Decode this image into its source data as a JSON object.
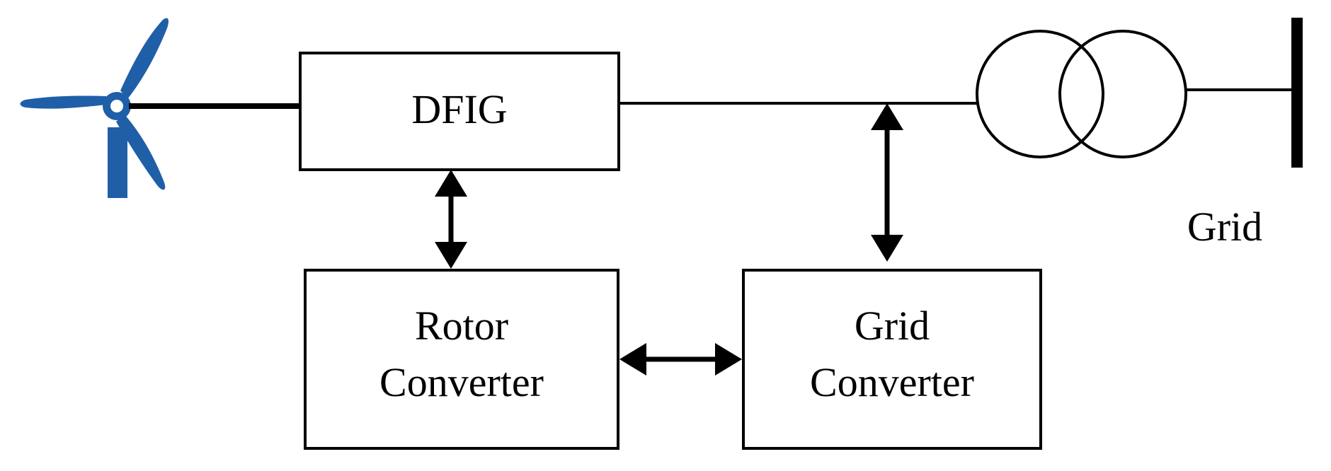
{
  "blocks": {
    "generator": "DFIG",
    "rotor_converter": [
      "Rotor",
      "Converter"
    ],
    "grid_converter": [
      "Grid",
      "Converter"
    ]
  },
  "grid_label": "Grid",
  "icons": {
    "turbine": "wind-turbine-icon",
    "transformer": "transformer-icon",
    "bus": "grid-busbar-icon"
  },
  "colors": {
    "turbine": "#1F5FA8",
    "line": "#000000",
    "background": "#FFFFFF"
  }
}
